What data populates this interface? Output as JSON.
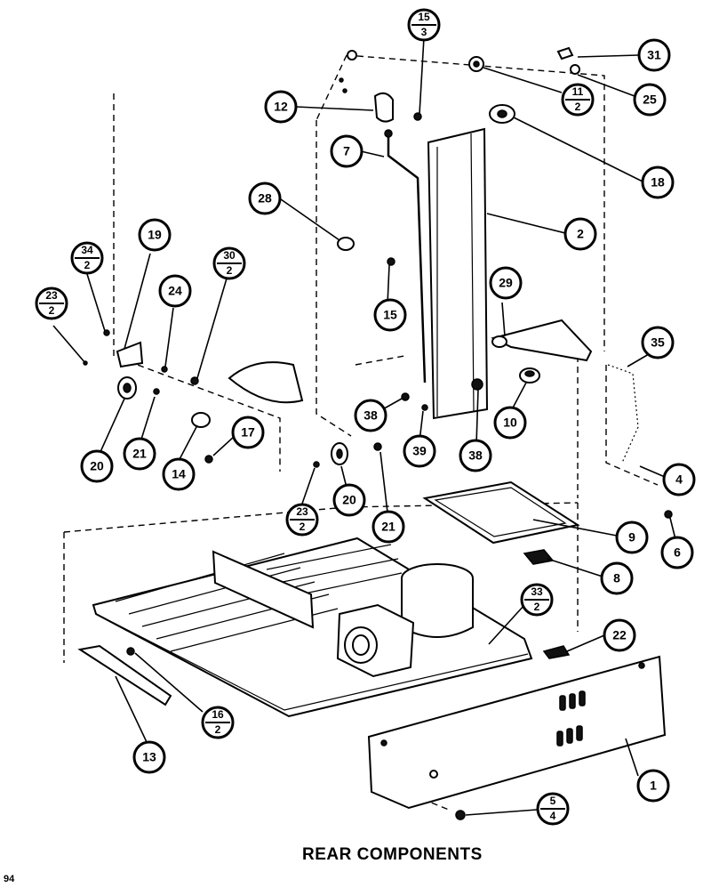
{
  "title": "REAR COMPONENTS",
  "page_number": "94",
  "callouts": [
    {
      "id": "31",
      "top": "31"
    },
    {
      "id": "25",
      "top": "25"
    },
    {
      "id": "15/3",
      "top": "15",
      "bottom": "3"
    },
    {
      "id": "11/2",
      "top": "11",
      "bottom": "2"
    },
    {
      "id": "12",
      "top": "12"
    },
    {
      "id": "18",
      "top": "18"
    },
    {
      "id": "7",
      "top": "7"
    },
    {
      "id": "28",
      "top": "28"
    },
    {
      "id": "2",
      "top": "2"
    },
    {
      "id": "19",
      "top": "19"
    },
    {
      "id": "34/2",
      "top": "34",
      "bottom": "2"
    },
    {
      "id": "30/2",
      "top": "30",
      "bottom": "2"
    },
    {
      "id": "23/2-left",
      "top": "23",
      "bottom": "2"
    },
    {
      "id": "24",
      "top": "24"
    },
    {
      "id": "15",
      "top": "15"
    },
    {
      "id": "29",
      "top": "29"
    },
    {
      "id": "35",
      "top": "35"
    },
    {
      "id": "38-upper",
      "top": "38"
    },
    {
      "id": "10",
      "top": "10"
    },
    {
      "id": "39",
      "top": "39"
    },
    {
      "id": "38-lower",
      "top": "38"
    },
    {
      "id": "17",
      "top": "17"
    },
    {
      "id": "20-left",
      "top": "20"
    },
    {
      "id": "21-left",
      "top": "21"
    },
    {
      "id": "14",
      "top": "14"
    },
    {
      "id": "20-center",
      "top": "20"
    },
    {
      "id": "4",
      "top": "4"
    },
    {
      "id": "23/2-center",
      "top": "23",
      "bottom": "2"
    },
    {
      "id": "21-center",
      "top": "21"
    },
    {
      "id": "9",
      "top": "9"
    },
    {
      "id": "6",
      "top": "6"
    },
    {
      "id": "8",
      "top": "8"
    },
    {
      "id": "33/2",
      "top": "33",
      "bottom": "2"
    },
    {
      "id": "22",
      "top": "22"
    },
    {
      "id": "16/2",
      "top": "16",
      "bottom": "2"
    },
    {
      "id": "13",
      "top": "13"
    },
    {
      "id": "1",
      "top": "1"
    },
    {
      "id": "5/4",
      "top": "5",
      "bottom": "4"
    }
  ]
}
